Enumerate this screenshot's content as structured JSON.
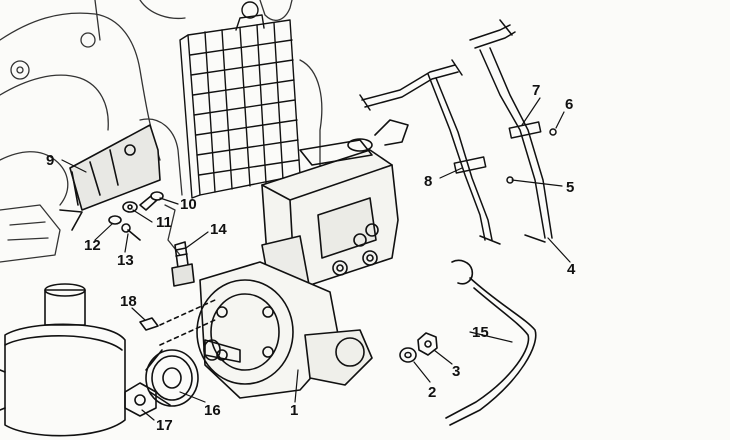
{
  "diagram": {
    "callouts": [
      {
        "id": "c1",
        "label": "1"
      },
      {
        "id": "c2",
        "label": "2"
      },
      {
        "id": "c3",
        "label": "3"
      },
      {
        "id": "c4",
        "label": "4"
      },
      {
        "id": "c5",
        "label": "5"
      },
      {
        "id": "c6",
        "label": "6"
      },
      {
        "id": "c7",
        "label": "7"
      },
      {
        "id": "c8",
        "label": "8"
      },
      {
        "id": "c9",
        "label": "9"
      },
      {
        "id": "c10",
        "label": "10"
      },
      {
        "id": "c11",
        "label": "11"
      },
      {
        "id": "c12",
        "label": "12"
      },
      {
        "id": "c13",
        "label": "13"
      },
      {
        "id": "c14",
        "label": "14"
      },
      {
        "id": "c15",
        "label": "15"
      },
      {
        "id": "c16",
        "label": "16"
      },
      {
        "id": "c17",
        "label": "17"
      },
      {
        "id": "c18",
        "label": "18"
      }
    ],
    "colors": {
      "ink": "#111111",
      "paper": "#fbfbf9",
      "shade": "#d8d8d4"
    }
  }
}
